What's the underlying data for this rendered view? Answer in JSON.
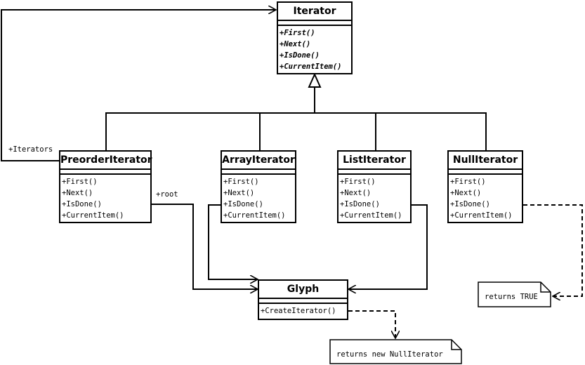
{
  "classes": {
    "iterator": {
      "name": "Iterator",
      "ops": [
        "+First()",
        "+Next()",
        "+IsDone()",
        "+CurrentItem()"
      ]
    },
    "preorder": {
      "name": "PreorderIterator",
      "ops": [
        "+First()",
        "+Next()",
        "+IsDone()",
        "+CurrentItem()"
      ]
    },
    "array": {
      "name": "ArrayIterator",
      "ops": [
        "+First()",
        "+Next()",
        "+IsDone()",
        "+CurrentItem()"
      ]
    },
    "list": {
      "name": "ListIterator",
      "ops": [
        "+First()",
        "+Next()",
        "+IsDone()",
        "+CurrentItem()"
      ]
    },
    "null": {
      "name": "NullIterator",
      "ops": [
        "+First()",
        "+Next()",
        "+IsDone()",
        "+CurrentItem()"
      ]
    },
    "glyph": {
      "name": "Glyph",
      "ops": [
        "+CreateIterator()"
      ]
    }
  },
  "labels": {
    "iterators": "+Iterators",
    "root": "+root"
  },
  "notes": {
    "null_isdone": "returns TRUE",
    "glyph_create": "returns new NullIterator"
  }
}
